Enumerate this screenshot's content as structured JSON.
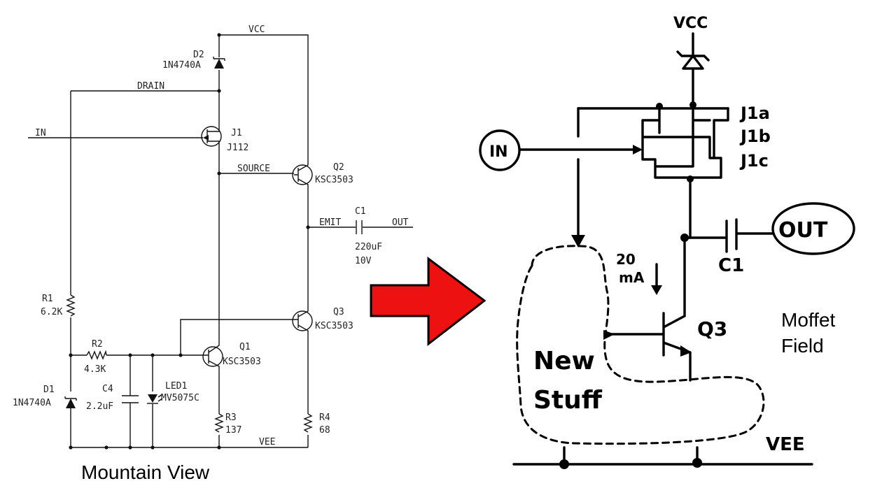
{
  "left_schematic": {
    "caption": "Mountain View",
    "labels": {
      "vcc": "VCC",
      "drain": "DRAIN",
      "in": "IN",
      "source": "SOURCE",
      "emit": "EMIT",
      "out": "OUT",
      "vee": "VEE"
    },
    "components": {
      "d2": {
        "ref": "D2",
        "value": "1N4740A"
      },
      "j1": {
        "ref": "J1",
        "value": "J112"
      },
      "q2": {
        "ref": "Q2",
        "value": "KSC3503"
      },
      "c1": {
        "ref": "C1",
        "value": "220uF",
        "rating": "10V"
      },
      "r1": {
        "ref": "R1",
        "value": "6.2K"
      },
      "q3": {
        "ref": "Q3",
        "value": "KSC3503"
      },
      "r2": {
        "ref": "R2",
        "value": "4.3K"
      },
      "q1": {
        "ref": "Q1",
        "value": "KSC3503"
      },
      "d1": {
        "ref": "D1",
        "value": "1N4740A"
      },
      "c4": {
        "ref": "C4",
        "value": "2.2uF"
      },
      "led1": {
        "ref": "LED1",
        "value": "MV5075C"
      },
      "r3": {
        "ref": "R3",
        "value": "137"
      },
      "r4": {
        "ref": "R4",
        "value": "68"
      }
    }
  },
  "arrow": {
    "color": "#ee1111"
  },
  "right_sketch": {
    "caption_line1": "Moffet",
    "caption_line2": "Field",
    "labels": {
      "vcc": "VCC",
      "in": "IN",
      "out": "OUT",
      "c1": "C1",
      "current_value": "20",
      "current_unit": "mA",
      "q3": "Q3",
      "jfet_a": "J1a",
      "jfet_b": "J1b",
      "jfet_c": "J1c",
      "new": "New",
      "stuff": "Stuff",
      "vee": "VEE"
    }
  }
}
